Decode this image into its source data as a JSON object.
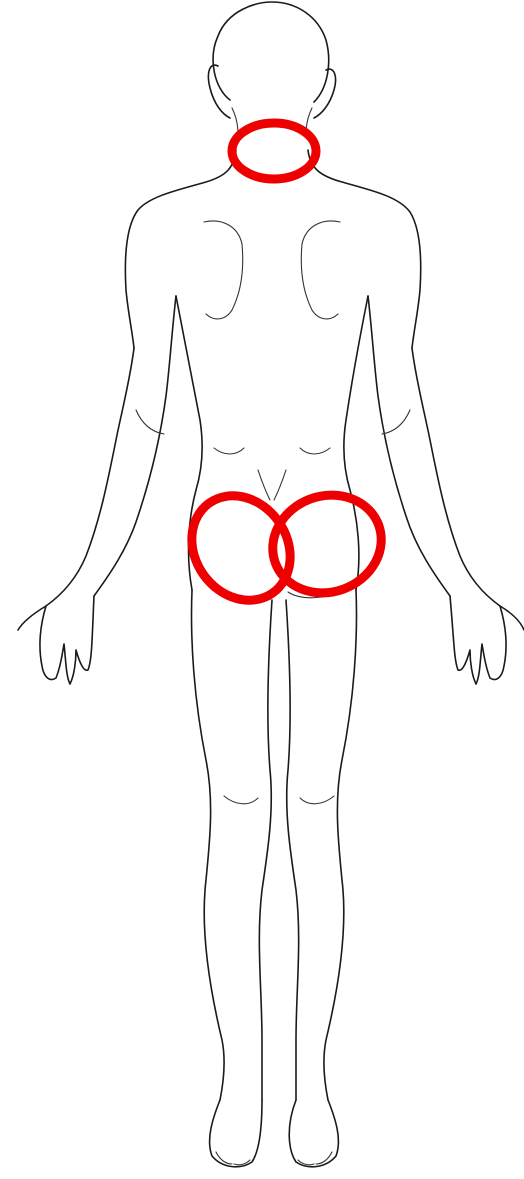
{
  "figure": {
    "view": "posterior",
    "subject": "body outline",
    "background_color": "#ffffff",
    "line_color": "#1a1a1a"
  },
  "markers": [
    {
      "region": "neck",
      "shape": "ellipse",
      "color": "#ee0000"
    },
    {
      "region": "right-buttock",
      "shape": "ellipse",
      "color": "#ee0000"
    },
    {
      "region": "left-buttock",
      "shape": "ellipse",
      "color": "#ee0000"
    }
  ]
}
